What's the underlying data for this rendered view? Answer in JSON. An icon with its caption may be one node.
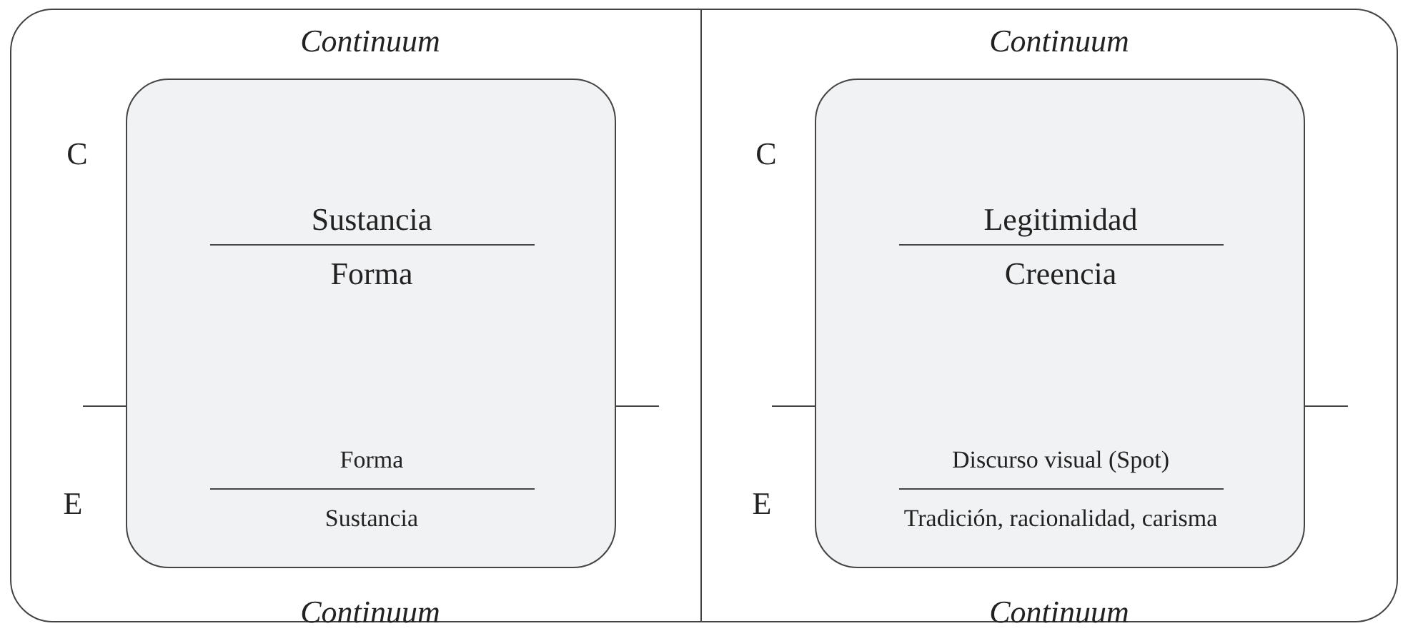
{
  "diagram": {
    "nodes": [
      {
        "text": [
          "Continuum",
          "C",
          "E",
          "Continuum"
        ]
      },
      {
        "text": [
          "Sustancia",
          "Forma",
          "Forma",
          "Sustancia"
        ],
        "in": 0
      },
      {
        "text": [
          "Continuum",
          "C",
          "E",
          "Continuum"
        ]
      },
      {
        "text": [
          "Legitimidad",
          "Creencia",
          "Discurso visual (Spot)",
          "Tradición, racionalidad, carisma"
        ],
        "in": 2
      }
    ]
  }
}
